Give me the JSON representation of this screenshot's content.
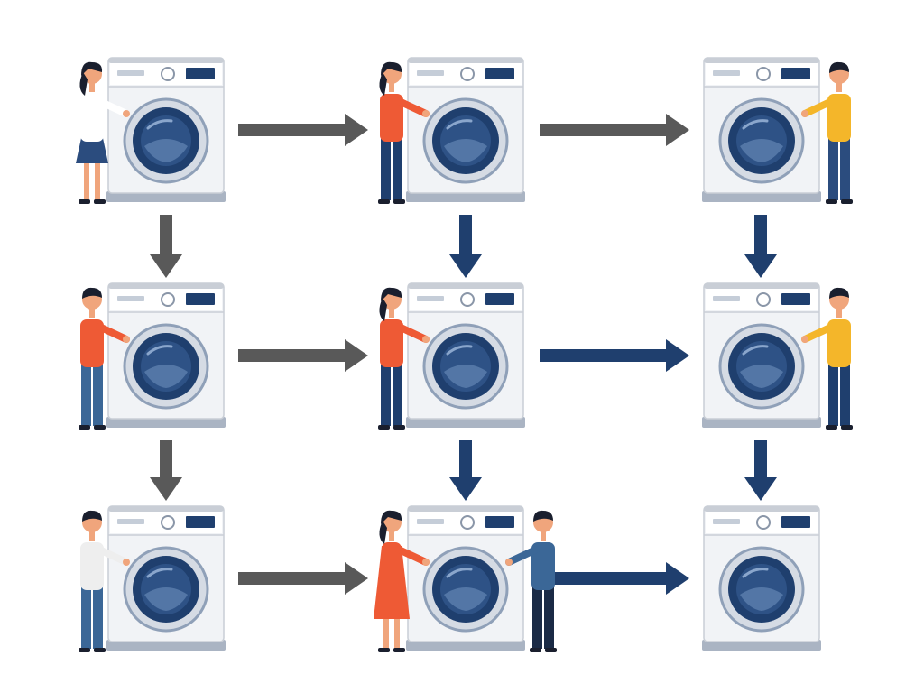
{
  "diagram": {
    "background": "#ffffff",
    "colors": {
      "arrow_gray": "#595959",
      "arrow_navy": "#1f3f6e",
      "machine_body": "#f1f3f6",
      "machine_outline": "#c9ced6",
      "machine_base": "#aab4c3",
      "panel_dark": "#1f3f6e",
      "door_ring": "#8fa0b8",
      "door_glass": "#1f3f6e",
      "door_inner": "#2e5286",
      "skin": "#f0a57c",
      "hair": "#1a1f2e"
    },
    "grid": {
      "rows": 3,
      "cols": 3
    },
    "stations": [
      {
        "id": "r1c1",
        "people": [
          {
            "side": "left",
            "gender": "female",
            "shirt": "#ffffff",
            "bottom": "#2b4c7e",
            "garment": "skirt"
          }
        ]
      },
      {
        "id": "r1c2",
        "people": [
          {
            "side": "left",
            "gender": "female",
            "shirt": "#ee5a35",
            "bottom": "#1f3f6e",
            "garment": "pants"
          }
        ]
      },
      {
        "id": "r1c3",
        "people": [
          {
            "side": "right",
            "gender": "male",
            "shirt": "#f4b62a",
            "bottom": "#2b4c7e",
            "garment": "pants"
          }
        ]
      },
      {
        "id": "r2c1",
        "people": [
          {
            "side": "left",
            "gender": "male",
            "shirt": "#ee5a35",
            "bottom": "#3b6797",
            "garment": "pants"
          }
        ]
      },
      {
        "id": "r2c2",
        "people": [
          {
            "side": "left",
            "gender": "female",
            "shirt": "#ee5a35",
            "bottom": "#1f3f6e",
            "garment": "pants"
          }
        ]
      },
      {
        "id": "r2c3",
        "people": [
          {
            "side": "right",
            "gender": "male",
            "shirt": "#f4b62a",
            "bottom": "#1f3f6e",
            "garment": "pants"
          }
        ]
      },
      {
        "id": "r3c1",
        "people": [
          {
            "side": "left",
            "gender": "male",
            "shirt": "#eeeeee",
            "bottom": "#3b6797",
            "garment": "pants"
          }
        ]
      },
      {
        "id": "r3c2",
        "people": [
          {
            "side": "left",
            "gender": "female",
            "shirt": "#ee5a35",
            "bottom": "#ee5a35",
            "garment": "dress"
          },
          {
            "side": "right",
            "gender": "male",
            "shirt": "#3b6797",
            "bottom": "#1a2a45",
            "garment": "pants"
          }
        ]
      },
      {
        "id": "r3c3",
        "people": []
      }
    ],
    "arrows": [
      {
        "from": "r1c1",
        "to": "r1c2",
        "color": "gray"
      },
      {
        "from": "r1c2",
        "to": "r1c3",
        "color": "gray"
      },
      {
        "from": "r2c1",
        "to": "r2c2",
        "color": "gray"
      },
      {
        "from": "r2c2",
        "to": "r2c3",
        "color": "navy"
      },
      {
        "from": "r3c1",
        "to": "r3c2",
        "color": "gray"
      },
      {
        "from": "r3c2",
        "to": "r3c3",
        "color": "navy"
      },
      {
        "from": "r1c1",
        "to": "r2c1",
        "color": "gray"
      },
      {
        "from": "r2c1",
        "to": "r3c1",
        "color": "gray"
      },
      {
        "from": "r1c2",
        "to": "r2c2",
        "color": "navy"
      },
      {
        "from": "r2c2",
        "to": "r3c2",
        "color": "navy"
      },
      {
        "from": "r1c3",
        "to": "r2c3",
        "color": "navy"
      },
      {
        "from": "r2c3",
        "to": "r3c3",
        "color": "navy"
      }
    ]
  }
}
